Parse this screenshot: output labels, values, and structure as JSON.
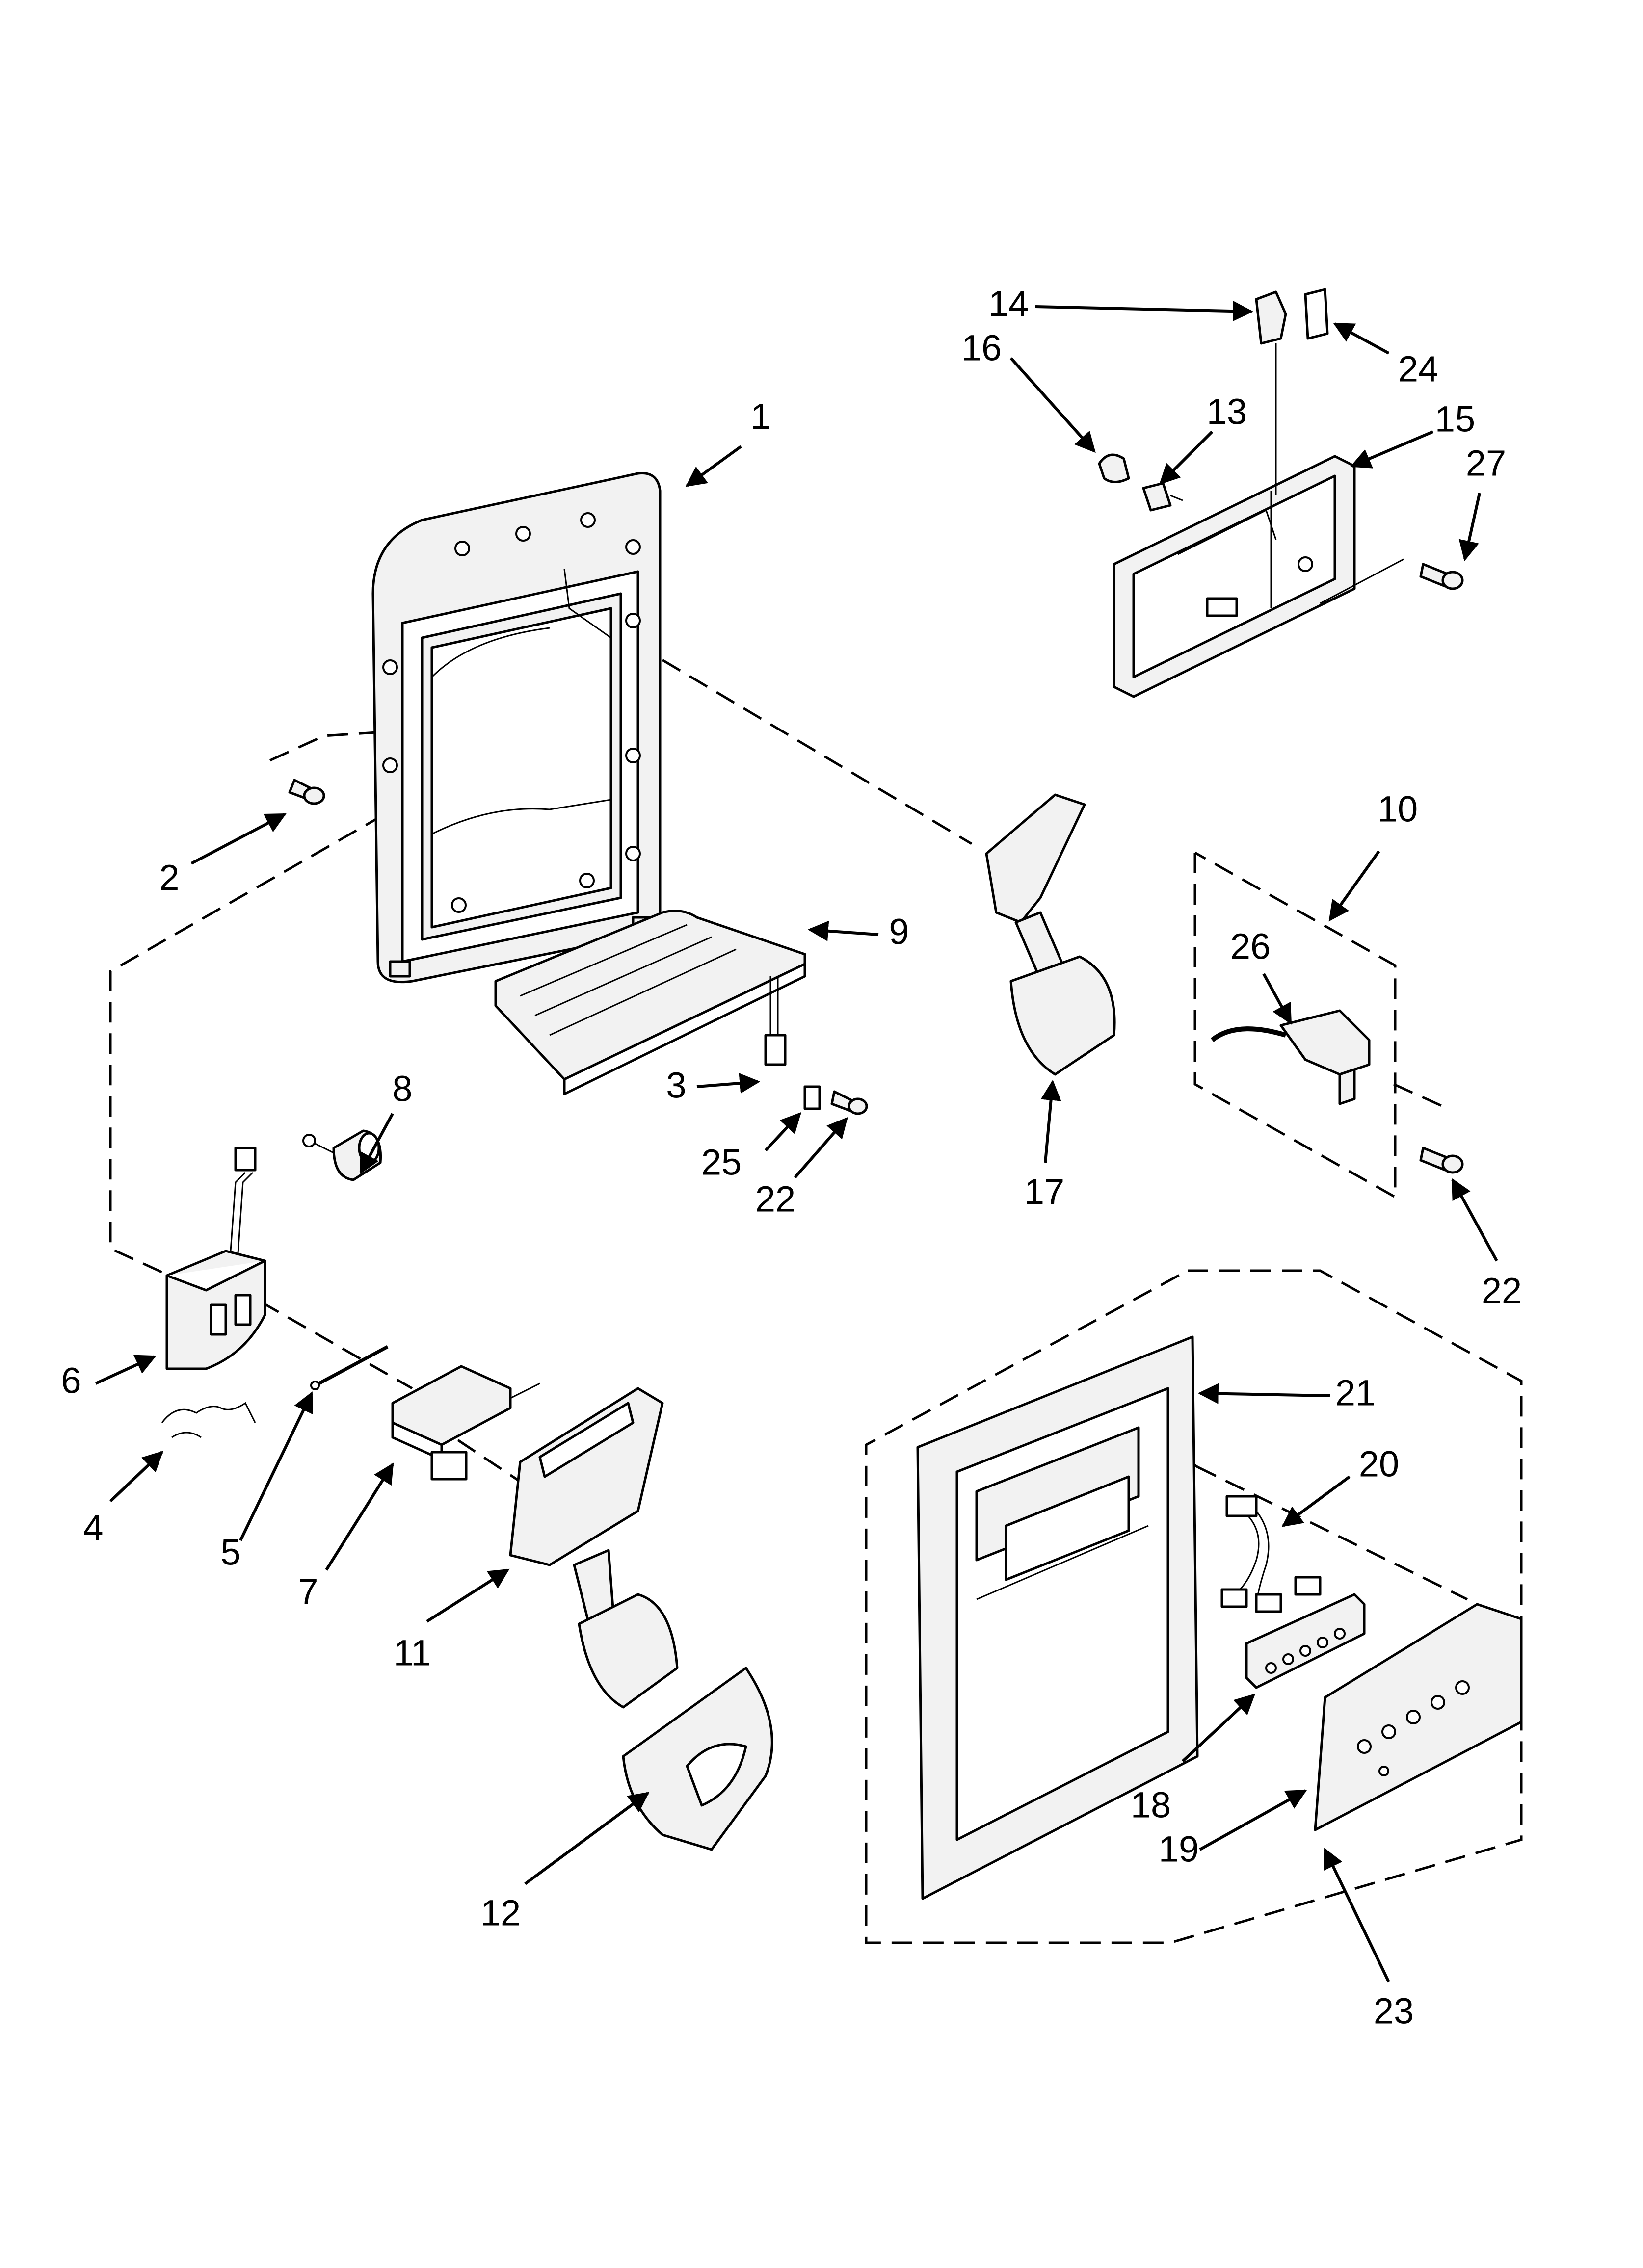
{
  "callouts": [
    {
      "id": "1",
      "label": "1"
    },
    {
      "id": "2",
      "label": "2"
    },
    {
      "id": "3",
      "label": "3"
    },
    {
      "id": "4",
      "label": "4"
    },
    {
      "id": "5",
      "label": "5"
    },
    {
      "id": "6",
      "label": "6"
    },
    {
      "id": "7",
      "label": "7"
    },
    {
      "id": "8",
      "label": "8"
    },
    {
      "id": "9",
      "label": "9"
    },
    {
      "id": "10",
      "label": "10"
    },
    {
      "id": "11",
      "label": "11"
    },
    {
      "id": "12",
      "label": "12"
    },
    {
      "id": "13",
      "label": "13"
    },
    {
      "id": "14",
      "label": "14"
    },
    {
      "id": "15",
      "label": "15"
    },
    {
      "id": "16",
      "label": "16"
    },
    {
      "id": "17",
      "label": "17"
    },
    {
      "id": "18",
      "label": "18"
    },
    {
      "id": "19",
      "label": "19"
    },
    {
      "id": "20",
      "label": "20"
    },
    {
      "id": "21",
      "label": "21"
    },
    {
      "id": "22a",
      "label": "22"
    },
    {
      "id": "22b",
      "label": "22"
    },
    {
      "id": "23",
      "label": "23"
    },
    {
      "id": "24",
      "label": "24"
    },
    {
      "id": "25",
      "label": "25"
    },
    {
      "id": "26",
      "label": "26"
    },
    {
      "id": "27",
      "label": "27"
    }
  ]
}
